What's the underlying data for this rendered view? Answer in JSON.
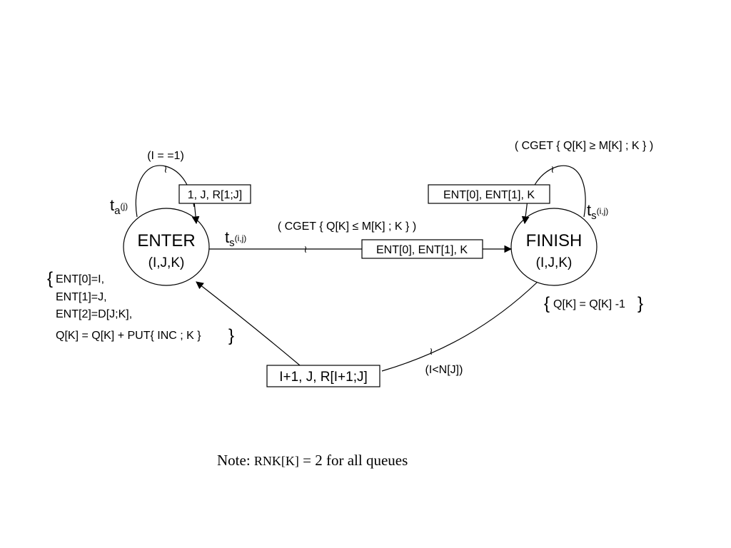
{
  "states": {
    "enter": {
      "name": "ENTER",
      "params": "(I,J,K)"
    },
    "finish": {
      "name": "FINISH",
      "params": "(I,J,K)"
    }
  },
  "transitions": {
    "enter_self": {
      "condition": "(I = =1)",
      "label_t": "t",
      "label_sub": "a",
      "label_sup": "(j)",
      "token": "1, J, R[1;J]"
    },
    "enter_to_finish": {
      "condition": "( CGET { Q[K] ≤ M[K] ; K } )",
      "label_t": "t",
      "label_sub": "s",
      "label_sup": "(i,j)",
      "token": "ENT[0], ENT[1], K"
    },
    "finish_self": {
      "condition": "( CGET { Q[K] ≥ M[K] ; K } )",
      "label_t": "t",
      "label_sub": "s",
      "label_sup": "(i,j)",
      "token": "ENT[0], ENT[1], K"
    },
    "finish_to_enter": {
      "condition": "(I<N[J])",
      "token": "I+1, J, R[I+1;J]"
    }
  },
  "actions": {
    "enter": {
      "brace_open": "{",
      "lines": [
        "ENT[0]=I,",
        "ENT[1]=J,",
        "ENT[2]=D[J;K],",
        "Q[K] = Q[K] + PUT{ INC ; K }"
      ],
      "brace_close": "}"
    },
    "finish": {
      "brace_open": "{",
      "text": "Q[K] = Q[K] -1",
      "brace_close": "}"
    }
  },
  "note": {
    "prefix": "Note: ",
    "rnk": "RNK[K]",
    "suffix": " = 2 for all queues"
  },
  "tilde": "≀"
}
